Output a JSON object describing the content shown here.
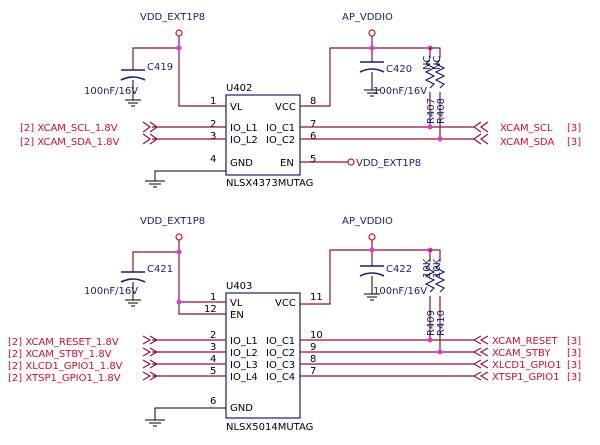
{
  "upper": {
    "vdd_label": "VDD_EXT1P8",
    "vdd_mid_label": "AP_VDDIO",
    "cap_name": "C419",
    "cap_value": "100nF/16V",
    "cap2_name": "C420",
    "cap2_value": "100nF/16V",
    "ic_ref": "U402",
    "ic_part": "NLSX4373MUTAG",
    "pin_vl": "VL",
    "pin_vcc": "VCC",
    "pin_io_l1": "IO_L1",
    "pin_io_l2": "IO_L2",
    "pin_io_c1": "IO_C1",
    "pin_io_c2": "IO_C2",
    "pin_gnd": "GND",
    "pin_en": "EN",
    "n1": "1",
    "n2": "2",
    "n3": "3",
    "n4": "4",
    "n5": "5",
    "n6": "6",
    "n7": "7",
    "n8": "8",
    "r1_name": "R407",
    "r1_value": "NC",
    "r2_name": "R408",
    "r2_value": "NC",
    "left_sig1": "[2]  XCAM_SCL_1.8V",
    "left_sig2": "[2]  XCAM_SDA_1.8V",
    "right_sig1": "XCAM_SCL",
    "right_sig2": "XCAM_SDA",
    "right_ref1": "[3]",
    "right_ref2": "[3]",
    "en_net": "VDD_EXT1P8"
  },
  "lower": {
    "vdd_label": "VDD_EXT1P8",
    "vdd_mid_label": "AP_VDDIO",
    "cap_name": "C421",
    "cap_value": "100nF/16V",
    "cap2_name": "C422",
    "cap2_value": "100nF/16V",
    "ic_ref": "U403",
    "ic_part": "NLSX5014MUTAG",
    "pin_vl": "VL",
    "pin_en": "EN",
    "pin_vcc": "VCC",
    "pin_io_l1": "IO_L1",
    "pin_io_l2": "IO_L2",
    "pin_io_l3": "IO_L3",
    "pin_io_l4": "IO_L4",
    "pin_io_c1": "IO_C1",
    "pin_io_c2": "IO_C2",
    "pin_io_c3": "IO_C3",
    "pin_io_c4": "IO_C4",
    "pin_gnd": "GND",
    "n1": "1",
    "n12": "12",
    "n11": "11",
    "n2": "2",
    "n3": "3",
    "n4": "4",
    "n5": "5",
    "n6": "6",
    "n10": "10",
    "n9": "9",
    "n8": "8",
    "n7": "7",
    "r1_name": "R409",
    "r1_value": "10K",
    "r2_name": "R410",
    "r2_value": "10K",
    "left_sig1": "[2]  XCAM_RESET_1.8V",
    "left_sig2": "[2]  XCAM_STBY_1.8V",
    "left_sig3": "[2]  XLCD1_GPIO1_1.8V",
    "left_sig4": "[2]  XTSP1_GPIO1_1.8V",
    "right_sig1": "XCAM_RESET",
    "right_sig2": "XCAM_STBY",
    "right_sig3": "XLCD1_GPIO1",
    "right_sig4": "XTSP1_GPIO1",
    "right_ref1": "[3]",
    "right_ref2": "[3]",
    "right_ref3": "[3]",
    "right_ref4": "[3]"
  }
}
